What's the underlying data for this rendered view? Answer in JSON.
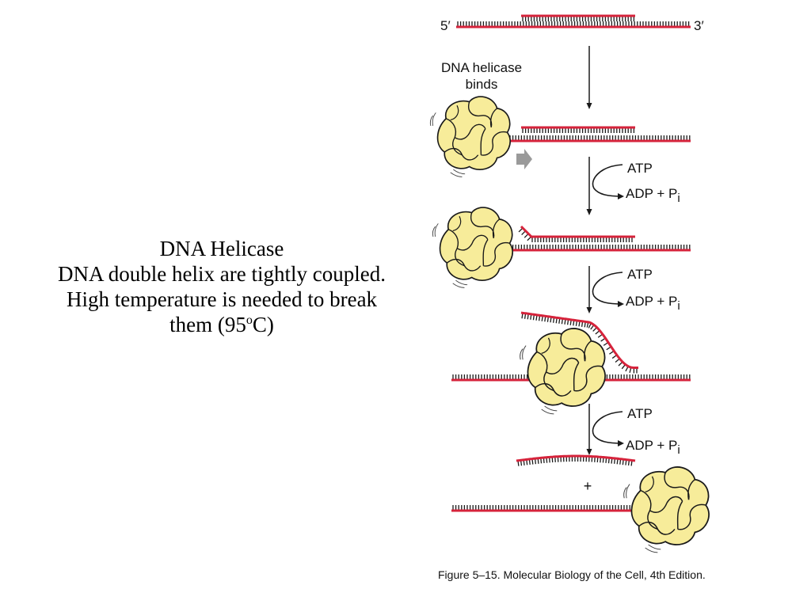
{
  "slide": {
    "title": "DNA Helicase",
    "line_1": "DNA double helix are tightly coupled.",
    "line_2": "High temperature is needed to break",
    "line_3_prefix": "them (95",
    "line_3_sup": "o",
    "line_3_suffix": "C)"
  },
  "diagram": {
    "end_5": "5′",
    "end_3": "3′",
    "helicase_label_1": "DNA helicase",
    "helicase_label_2": "binds",
    "atp": "ATP",
    "adp": "ADP + P",
    "adp_sub": "i",
    "plus": "+",
    "caption": "Figure 5–15. Molecular Biology of the Cell, 4th Edition."
  },
  "colors": {
    "strand": "#d6233b",
    "ladder": "#1a1a1a",
    "helicase_fill": "#f7ec9a",
    "helicase_stroke": "#1a1a1a",
    "motion_arrow": "#9a9a9a"
  }
}
